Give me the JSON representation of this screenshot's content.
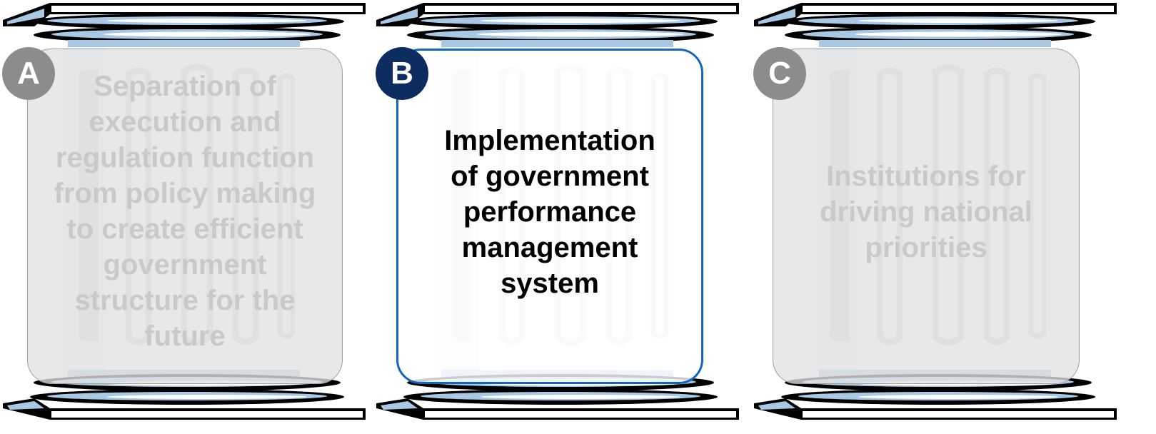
{
  "pillars": [
    {
      "letter": "A",
      "state": "dim",
      "lines": [
        "Separation of",
        "execution and",
        "regulation function",
        "from policy making",
        "to create efficient",
        "government",
        "structure for the",
        "future"
      ]
    },
    {
      "letter": "B",
      "state": "active",
      "lines": [
        "Implementation",
        "of government",
        "performance",
        "management",
        "system"
      ]
    },
    {
      "letter": "C",
      "state": "dim",
      "lines": [
        "Institutions for",
        "driving national",
        "priorities"
      ]
    }
  ],
  "colors": {
    "active_badge": "#0d2d61",
    "active_border": "#1565c0",
    "dim_badge": "#8c8c8c",
    "dim_text": "#c9c9c9",
    "pillar_band_blue": "#a8c8e4"
  }
}
